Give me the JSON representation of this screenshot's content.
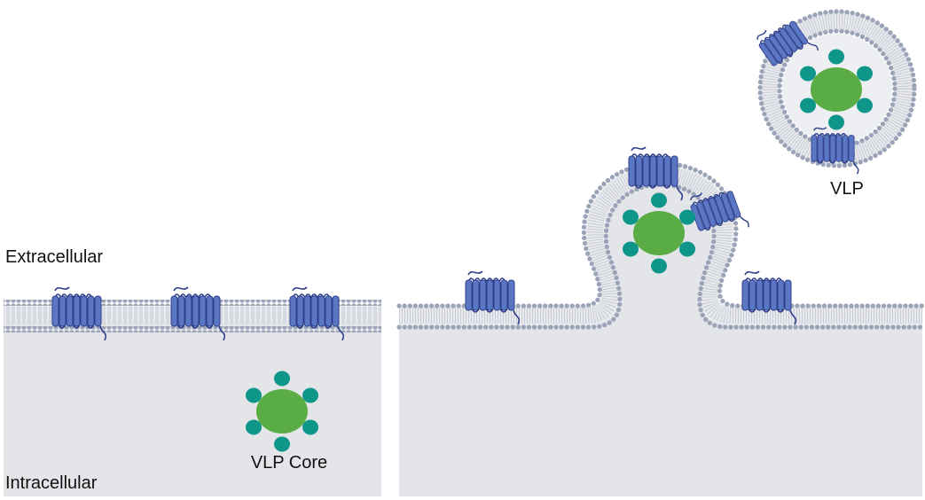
{
  "labels": {
    "extracellular": "Extracellular",
    "intracellular": "Intracellular",
    "vlp_core": "VLP Core",
    "vlp": "VLP"
  },
  "colors": {
    "background": "#ffffff",
    "cytoplasm": "#e4e5e8",
    "lipid_head": "#9aa3b8",
    "lipid_tail": "#c9ccd6",
    "membrane_fill": "#e9eaee",
    "protein": "#5b77c4",
    "protein_outline": "#2e3f8a",
    "core": "#5aac44",
    "capsomer": "#0f968a"
  }
}
